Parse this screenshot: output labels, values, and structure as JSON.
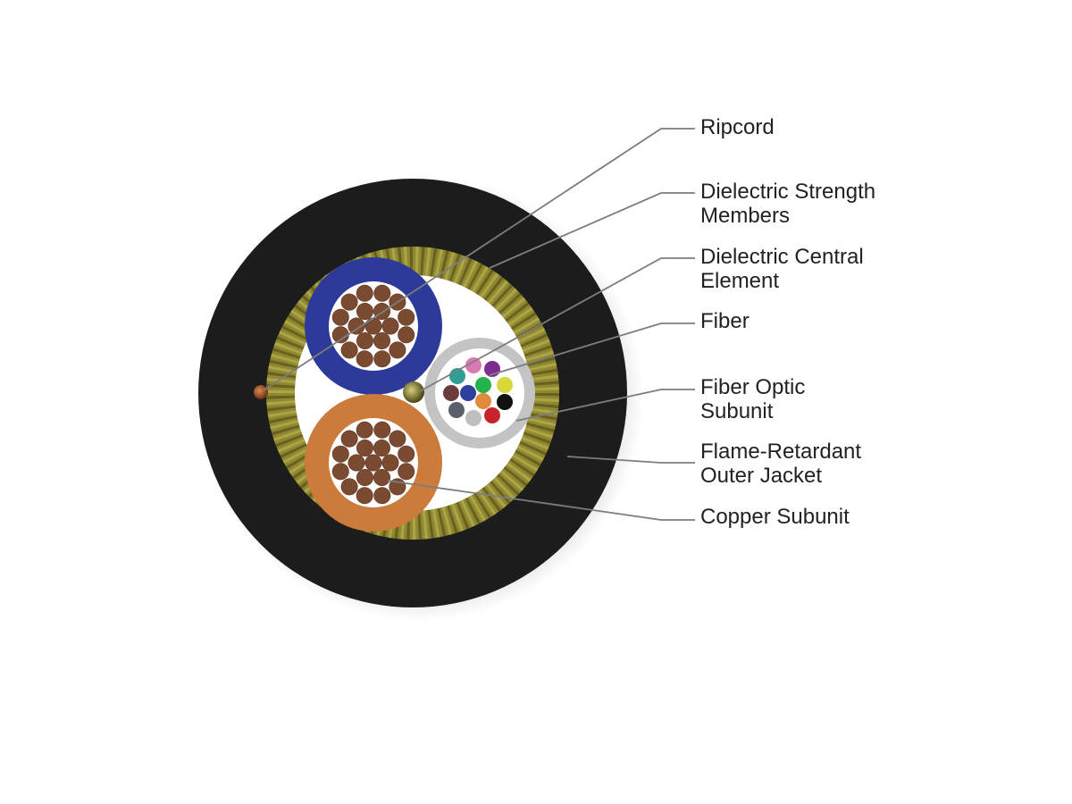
{
  "colors": {
    "outer_jacket": "#1c1c1c",
    "armor_light": "#b6ad4c",
    "armor_dark": "#5c5519",
    "inner_fill": "#ffffff",
    "blue_jacket": "#2e3a99",
    "orange_jacket": "#cd7b3b",
    "copper_strand": "#7a4a31",
    "fiber_subunit": "#c4c4c4",
    "central_element": "#8c8530",
    "ripcord": "#b4602e",
    "leader_line": "#7d7d7d",
    "label_text": "#222222"
  },
  "fiber_colors": [
    "#d97ab2",
    "#7b2e8f",
    "#2f9e97",
    "#23b24b",
    "#d9d83a",
    "#6b3c3a",
    "#2f3fa0",
    "#e18a3c",
    "#111111",
    "#5a5f6b",
    "#bfbfbf",
    "#c8232c"
  ],
  "labels": {
    "ripcord": [
      "Ripcord"
    ],
    "strength_members": [
      "Dielectric Strength",
      "Members"
    ],
    "central_element": [
      "Dielectric Central",
      "Element"
    ],
    "fiber": [
      "Fiber"
    ],
    "fiber_optic_subunit": [
      "Fiber Optic",
      "Subunit"
    ],
    "outer_jacket": [
      "Flame-Retardant",
      "Outer Jacket"
    ],
    "copper_subunit": [
      "Copper Subunit"
    ]
  }
}
